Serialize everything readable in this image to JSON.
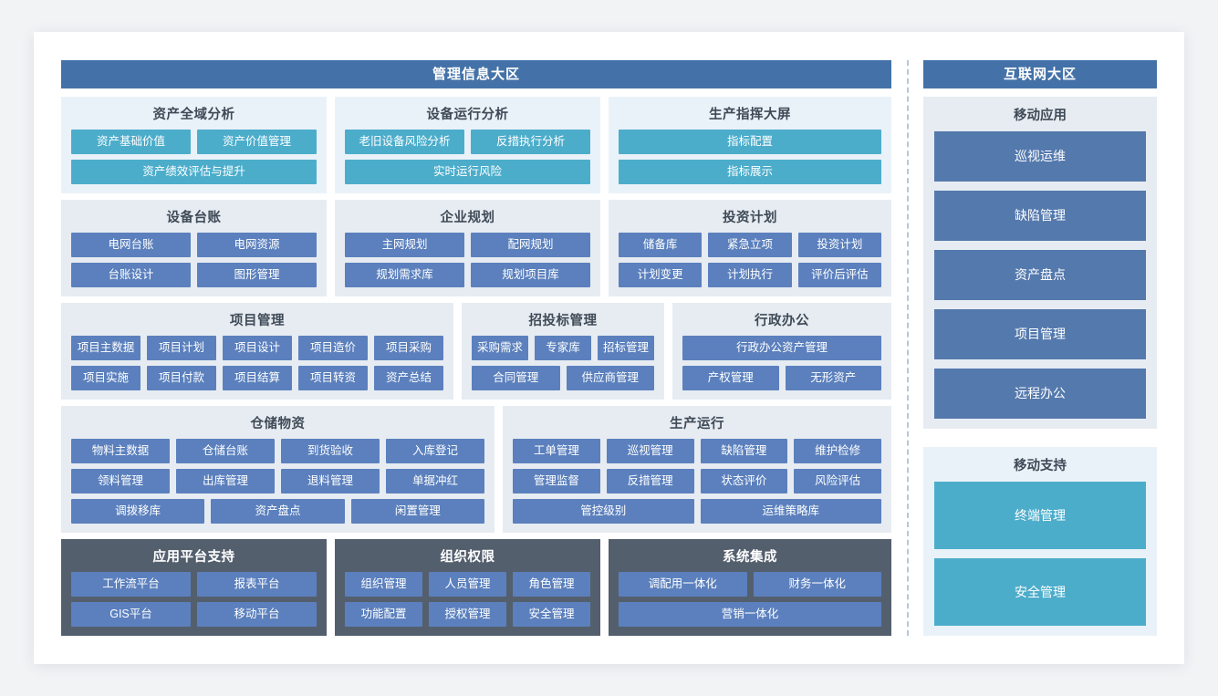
{
  "zones": {
    "left_title": "管理信息大区",
    "right_title": "互联网大区"
  },
  "colors": {
    "zone_header": "#4472a8",
    "blue_button": "#5b80bd",
    "teal_button": "#4cadcb",
    "dark_panel": "#545f6e",
    "light_panel": "#eaf2f9",
    "gray_panel": "#e7ecf2",
    "side_button": "#5479ad"
  },
  "left": {
    "row1": [
      {
        "title": "资产全域分析",
        "rows": [
          [
            {
              "label": "资产基础价值",
              "style": "teal"
            },
            {
              "label": "资产价值管理",
              "style": "teal"
            }
          ],
          [
            {
              "label": "资产绩效评估与提升",
              "style": "teal"
            }
          ]
        ]
      },
      {
        "title": "设备运行分析",
        "rows": [
          [
            {
              "label": "老旧设备风险分析",
              "style": "teal"
            },
            {
              "label": "反措执行分析",
              "style": "teal"
            }
          ],
          [
            {
              "label": "实时运行风险",
              "style": "teal"
            }
          ]
        ]
      },
      {
        "title": "生产指挥大屏",
        "rows": [
          [
            {
              "label": "指标配置",
              "style": "teal"
            }
          ],
          [
            {
              "label": "指标展示",
              "style": "teal"
            }
          ]
        ]
      }
    ],
    "row2": [
      {
        "title": "设备台账",
        "rows": [
          [
            {
              "label": "电网台账",
              "style": "blue"
            },
            {
              "label": "电网资源",
              "style": "blue"
            }
          ],
          [
            {
              "label": "台账设计",
              "style": "blue"
            },
            {
              "label": "图形管理",
              "style": "blue"
            }
          ]
        ]
      },
      {
        "title": "企业规划",
        "rows": [
          [
            {
              "label": "主网规划",
              "style": "blue"
            },
            {
              "label": "配网规划",
              "style": "blue"
            }
          ],
          [
            {
              "label": "规划需求库",
              "style": "blue"
            },
            {
              "label": "规划项目库",
              "style": "blue"
            }
          ]
        ]
      },
      {
        "title": "投资计划",
        "rows": [
          [
            {
              "label": "储备库",
              "style": "blue"
            },
            {
              "label": "紧急立项",
              "style": "blue"
            },
            {
              "label": "投资计划",
              "style": "blue"
            }
          ],
          [
            {
              "label": "计划变更",
              "style": "blue"
            },
            {
              "label": "计划执行",
              "style": "blue"
            },
            {
              "label": "评价后评估",
              "style": "blue"
            }
          ]
        ]
      }
    ],
    "row3": [
      {
        "title": "项目管理",
        "rows": [
          [
            {
              "label": "项目主数据",
              "style": "blue"
            },
            {
              "label": "项目计划",
              "style": "blue"
            },
            {
              "label": "项目设计",
              "style": "blue"
            },
            {
              "label": "项目造价",
              "style": "blue"
            },
            {
              "label": "项目采购",
              "style": "blue"
            }
          ],
          [
            {
              "label": "项目实施",
              "style": "blue"
            },
            {
              "label": "项目付款",
              "style": "blue"
            },
            {
              "label": "项目结算",
              "style": "blue"
            },
            {
              "label": "项目转资",
              "style": "blue"
            },
            {
              "label": "资产总结",
              "style": "blue"
            }
          ]
        ]
      },
      {
        "title": "招投标管理",
        "rows": [
          [
            {
              "label": "采购需求",
              "style": "blue"
            },
            {
              "label": "专家库",
              "style": "blue"
            },
            {
              "label": "招标管理",
              "style": "blue"
            }
          ],
          [
            {
              "label": "合同管理",
              "style": "blue"
            },
            {
              "label": "供应商管理",
              "style": "blue"
            }
          ]
        ]
      },
      {
        "title": "行政办公",
        "rows": [
          [
            {
              "label": "行政办公资产管理",
              "style": "blue"
            }
          ],
          [
            {
              "label": "产权管理",
              "style": "blue"
            },
            {
              "label": "无形资产",
              "style": "blue"
            }
          ]
        ]
      }
    ],
    "row4": [
      {
        "title": "仓储物资",
        "rows": [
          [
            {
              "label": "物料主数据",
              "style": "blue"
            },
            {
              "label": "仓储台账",
              "style": "blue"
            },
            {
              "label": "到货验收",
              "style": "blue"
            },
            {
              "label": "入库登记",
              "style": "blue"
            }
          ],
          [
            {
              "label": "领料管理",
              "style": "blue"
            },
            {
              "label": "出库管理",
              "style": "blue"
            },
            {
              "label": "退料管理",
              "style": "blue"
            },
            {
              "label": "单据冲红",
              "style": "blue"
            }
          ],
          [
            {
              "label": "调拨移库",
              "style": "blue"
            },
            {
              "label": "资产盘点",
              "style": "blue"
            },
            {
              "label": "闲置管理",
              "style": "blue"
            }
          ]
        ]
      },
      {
        "title": "生产运行",
        "rows": [
          [
            {
              "label": "工单管理",
              "style": "blue"
            },
            {
              "label": "巡视管理",
              "style": "blue"
            },
            {
              "label": "缺陷管理",
              "style": "blue"
            },
            {
              "label": "维护检修",
              "style": "blue"
            }
          ],
          [
            {
              "label": "管理监督",
              "style": "blue"
            },
            {
              "label": "反措管理",
              "style": "blue"
            },
            {
              "label": "状态评价",
              "style": "blue"
            },
            {
              "label": "风险评估",
              "style": "blue"
            }
          ],
          [
            {
              "label": "管控级别",
              "style": "blue"
            },
            {
              "label": "运维策略库",
              "style": "blue"
            }
          ]
        ]
      }
    ],
    "row5": [
      {
        "title": "应用平台支持",
        "rows": [
          [
            {
              "label": "工作流平台",
              "style": "blue"
            },
            {
              "label": "报表平台",
              "style": "blue"
            }
          ],
          [
            {
              "label": "GIS平台",
              "style": "blue"
            },
            {
              "label": "移动平台",
              "style": "blue"
            }
          ]
        ]
      },
      {
        "title": "组织权限",
        "rows": [
          [
            {
              "label": "组织管理",
              "style": "blue"
            },
            {
              "label": "人员管理",
              "style": "blue"
            },
            {
              "label": "角色管理",
              "style": "blue"
            }
          ],
          [
            {
              "label": "功能配置",
              "style": "blue"
            },
            {
              "label": "授权管理",
              "style": "blue"
            },
            {
              "label": "安全管理",
              "style": "blue"
            }
          ]
        ]
      },
      {
        "title": "系统集成",
        "rows": [
          [
            {
              "label": "调配用一体化",
              "style": "blue"
            },
            {
              "label": "财务一体化",
              "style": "blue"
            }
          ],
          [
            {
              "label": "营销一体化",
              "style": "blue"
            }
          ]
        ]
      }
    ]
  },
  "right": {
    "groups": [
      {
        "title": "移动应用",
        "style": "gray",
        "items": [
          {
            "label": "巡视运维",
            "style": "blue"
          },
          {
            "label": "缺陷管理",
            "style": "blue"
          },
          {
            "label": "资产盘点",
            "style": "blue"
          },
          {
            "label": "项目管理",
            "style": "blue"
          },
          {
            "label": "远程办公",
            "style": "blue"
          }
        ]
      },
      {
        "title": "移动支持",
        "style": "light",
        "items": [
          {
            "label": "终端管理",
            "style": "teal"
          },
          {
            "label": "安全管理",
            "style": "teal"
          }
        ]
      }
    ]
  }
}
